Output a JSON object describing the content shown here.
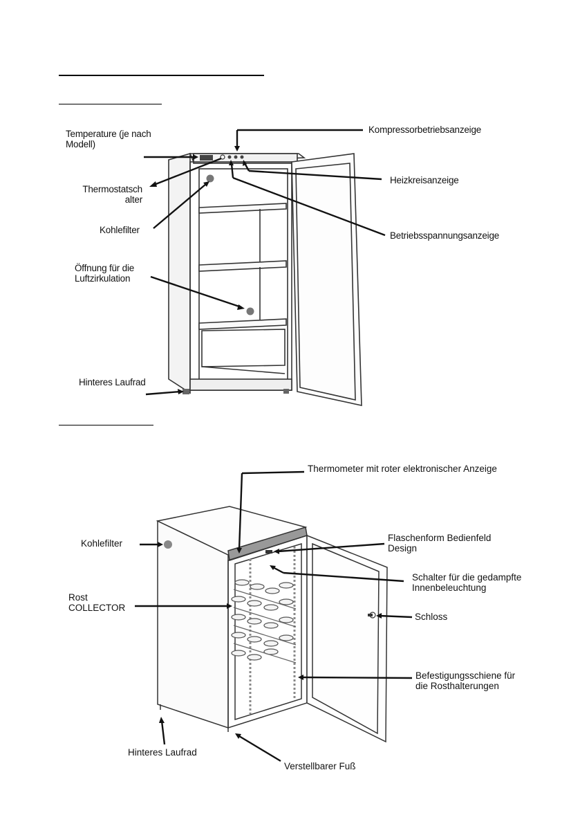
{
  "colors": {
    "ink": "#111111",
    "line": "#333333",
    "shade": "#666666",
    "rail": "#888888"
  },
  "diagram1": {
    "labels": {
      "temperature": "Temperature (je nach\nModell)",
      "thermostat": "Thermostatsch\nalter",
      "kohlefilter": "Kohlefilter",
      "luft": "Öffnung für die\nLuftzirkulation",
      "laufrad": "Hinteres Laufrad",
      "kompressor": "Kompressorbetriebsanzeige",
      "heizkreis": "Heizkreisanzeige",
      "betrieb": "Betriebsspannungsanzeige"
    }
  },
  "diagram2": {
    "labels": {
      "thermometer": "Thermometer mit roter elektronischer Anzeige",
      "kohlefilter": "Kohlefilter",
      "flaschenform": "Flaschenform Bedienfeld\nDesign",
      "schalter": "Schalter für die gedampfte\nInnenbeleuchtung",
      "rost": "Rost\nCOLLECTOR",
      "schloss": "Schloss",
      "schiene": "Befestigungsschiene für\ndie Rosthalterungen",
      "laufrad": "Hinteres Laufrad",
      "fuss": "Verstellbarer Fuß"
    }
  }
}
